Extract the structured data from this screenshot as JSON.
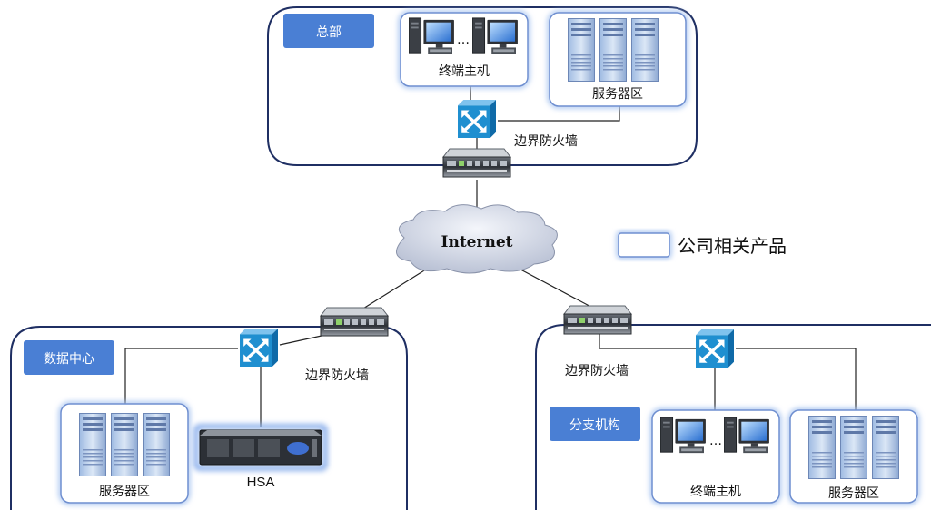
{
  "colors": {
    "region_border": "#1f2f63",
    "group_border": "#6f8fd0",
    "tag_fill": "#4a7fd4",
    "switch_fill": "#1f8fd0",
    "line": "#222222"
  },
  "hq": {
    "tag": "总部",
    "terminals_label": "终端主机",
    "servers_label": "服务器区",
    "firewall_label": "边界防火墙",
    "ellipsis": "…"
  },
  "internet": {
    "label": "Internet"
  },
  "legend": {
    "label": "公司相关产品"
  },
  "datacenter": {
    "tag": "数据中心",
    "firewall_label": "边界防火墙",
    "servers_label": "服务器区",
    "hsa_label": "HSA"
  },
  "branch": {
    "tag": "分支机构",
    "firewall_label": "边界防火墙",
    "terminals_label": "终端主机",
    "servers_label": "服务器区",
    "ellipsis": "…"
  }
}
